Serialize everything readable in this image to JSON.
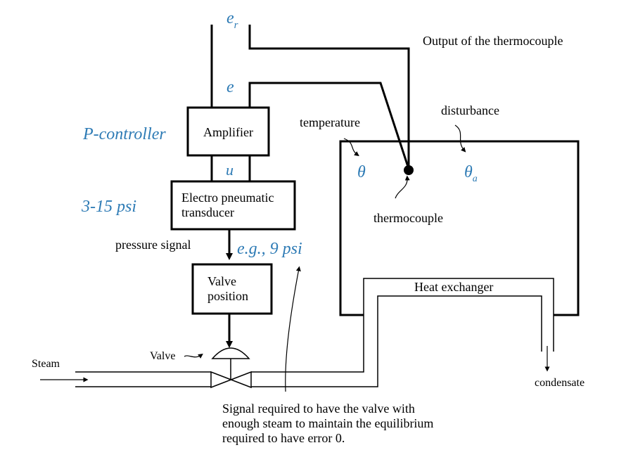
{
  "colors": {
    "accent_blue": "#2e7bb5",
    "line": "#000000"
  },
  "labels": {
    "er_main": "e",
    "er_sub": "r",
    "e": "e",
    "u": "u",
    "output_thermocouple": "Output of the thermocouple",
    "p_controller": "P-controller",
    "amplifier": "Amplifier",
    "temperature": "temperature",
    "disturbance": "disturbance",
    "theta": "θ",
    "theta_a_main": "θ",
    "theta_a_sub": "a",
    "thermocouple": "thermocouple",
    "psi_range": "3-15 psi",
    "transducer_line1": "Electro pneumatic",
    "transducer_line2": "transducer",
    "pressure_signal": "pressure signal",
    "eg_psi": "e.g., 9 psi",
    "valve_position_line1": "Valve",
    "valve_position_line2": "position",
    "heat_exchanger": "Heat exchanger",
    "valve": "Valve",
    "steam": "Steam",
    "condensate": "condensate",
    "note_line1": "Signal required to have the valve with",
    "note_line2": "enough steam to maintain the equilibrium",
    "note_line3": "required to have error 0."
  }
}
